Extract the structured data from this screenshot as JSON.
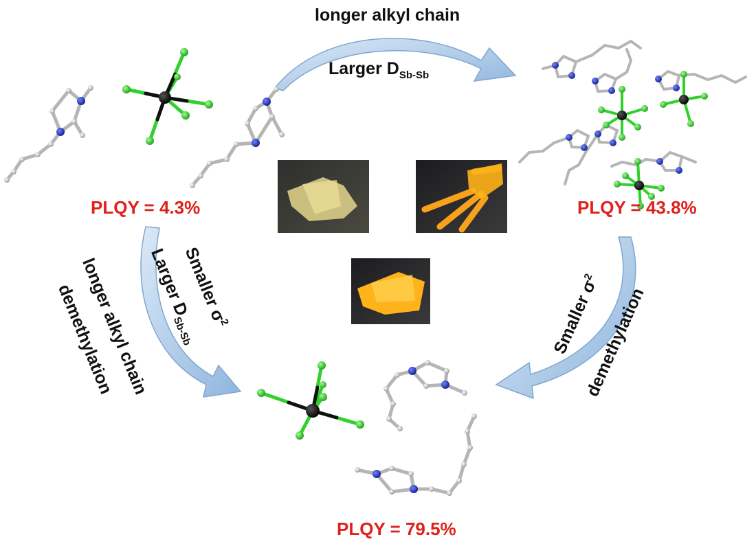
{
  "colors": {
    "plqy": "#e0201b",
    "arrow": "#a9c8e8",
    "arrow_edge": "#7fa6d0",
    "nitrogen": "#1c2fb5",
    "chlorine": "#2fd12a",
    "antimony": "#111111",
    "carbon": "#c8c8c8",
    "crystal_pale": "#dcd08a",
    "crystal_orange": "#f7a21a",
    "crystal_yellow": "#ffb21a"
  },
  "top_route": {
    "label": "longer alkyl chain",
    "dsb_prefix": "Larger D",
    "dsb_sub": "Sb-Sb"
  },
  "left_route": {
    "line1_prefix": "Smaller σ",
    "line1_sup": "2",
    "line2_prefix": "Larger D",
    "line2_sub": "Sb-Sb",
    "line3": "longer alkyl chain",
    "line4": "demethylation"
  },
  "right_route": {
    "line1_prefix": "Smaller σ",
    "line1_sup": "2",
    "line2": "demethylation"
  },
  "compounds": [
    {
      "plqy_text": "PLQY = 4.3%"
    },
    {
      "plqy_text": "PLQY = 43.8%"
    },
    {
      "plqy_text": "PLQY = 79.5%"
    }
  ],
  "icons": [
    "arrow-top-icon",
    "arrow-left-icon",
    "arrow-right-icon",
    "molecule-icon",
    "sbcl6-octahedron-icon",
    "crystal-photo-icon"
  ]
}
